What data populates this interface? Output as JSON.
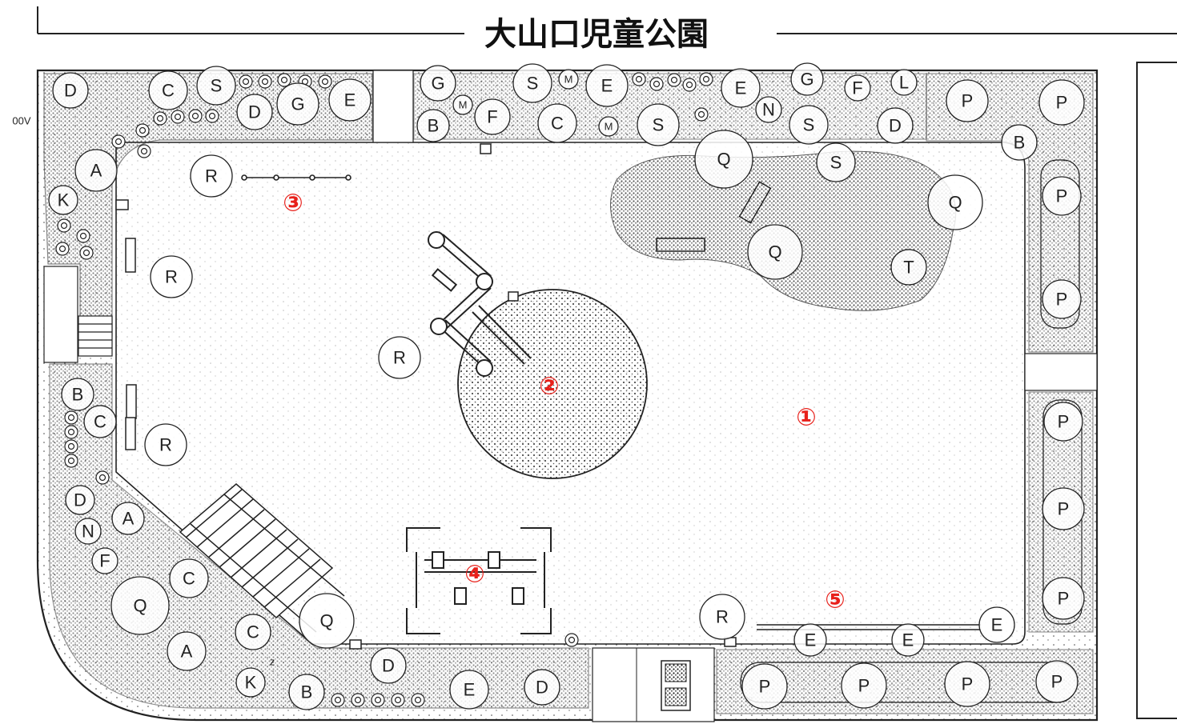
{
  "title": "大山口児童公園",
  "areas": [
    {
      "id": "area-1",
      "label": "①"
    },
    {
      "id": "area-2",
      "label": "②"
    },
    {
      "id": "area-3",
      "label": "③"
    },
    {
      "id": "area-4",
      "label": "④"
    },
    {
      "id": "area-5",
      "label": "⑤"
    }
  ],
  "labels": {
    "top_left_mark": "00V",
    "pergola_mark": "z"
  },
  "colors": {
    "area_number": "#e8201a",
    "line": "#222222"
  }
}
